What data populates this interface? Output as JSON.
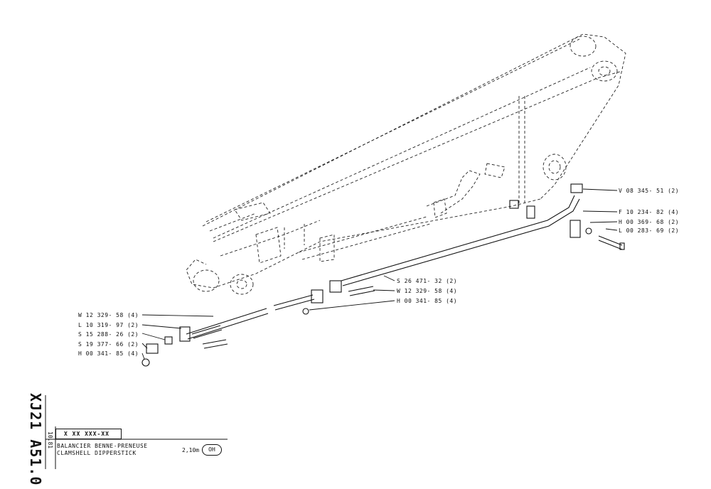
{
  "document": {
    "code": "XJ21 A51.0",
    "date": "10.81",
    "ref_code": "X XX XXX-XX",
    "title_fr": "BALANCIER  BENNE-PRENEUSE",
    "title_en": "CLAMSHELL  DIPPERSTICK",
    "size": "2,10m",
    "badge": "OH"
  },
  "callouts": [
    {
      "text": "V 08 345- 51 (2)"
    },
    {
      "text": "F 10 234- 82 (4)"
    },
    {
      "text": "H 00 369- 68 (2)"
    },
    {
      "text": "L 00 283- 69 (2)"
    },
    {
      "text": "S 26 471- 32 (2)"
    },
    {
      "text": "W 12 329- 58 (4)"
    },
    {
      "text": "H 00 341- 85 (4)"
    },
    {
      "text": "W 12 329- 58 (4)"
    },
    {
      "text": "L 10 319- 97 (2)"
    },
    {
      "text": "S 15 288- 26 (2)"
    },
    {
      "text": "S 19 377- 66 (2)"
    },
    {
      "text": "H 00 341- 85 (4)"
    }
  ]
}
